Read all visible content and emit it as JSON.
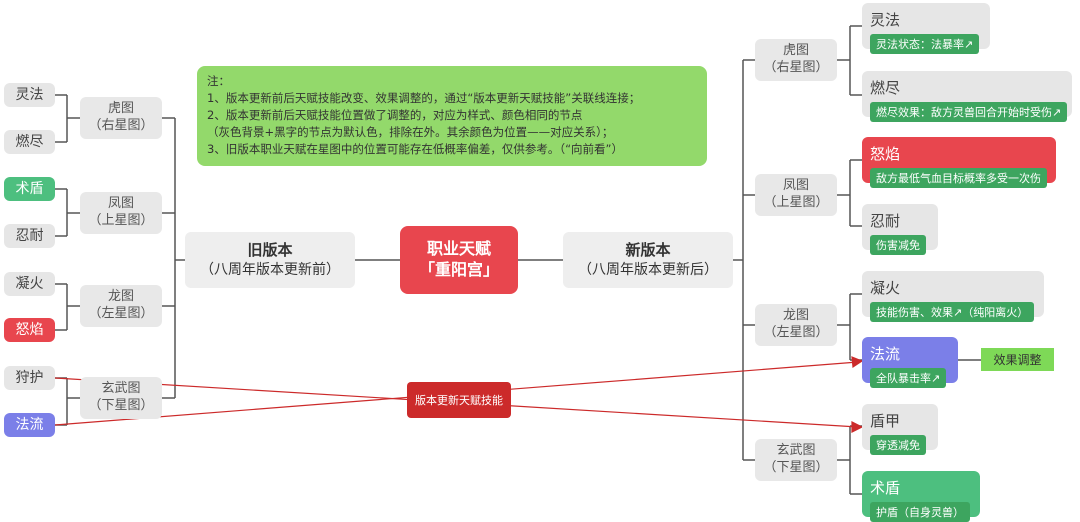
{
  "root": {
    "line1": "职业天赋",
    "line2": "「重阳宫」"
  },
  "old_version": {
    "title": "旧版本",
    "subtitle": "（八周年版本更新前）"
  },
  "new_version": {
    "title": "新版本",
    "subtitle": "（八周年版本更新后）"
  },
  "note": {
    "lines": [
      "注：",
      "1、版本更新前后天赋技能改变、效果调整的，通过“版本更新天赋技能”关联线连接；",
      "2、版本更新前后天赋技能位置做了调整的，对应为样式、颜色相同的节点",
      "（灰色背景+黑字的节点为默认色，排除在外。其余颜色为位置——对应关系）；",
      "3、旧版本职业天赋在星图中的位置可能存在低概率偏差，仅供参考。（“向前看”）"
    ]
  },
  "left": {
    "charts": [
      {
        "name": "虎图",
        "pos": "（右星图）"
      },
      {
        "name": "凤图",
        "pos": "（上星图）"
      },
      {
        "name": "龙图",
        "pos": "（左星图）"
      },
      {
        "name": "玄武图",
        "pos": "（下星图）"
      }
    ],
    "leaves": [
      "灵法",
      "燃尽",
      "术盾",
      "忍耐",
      "凝火",
      "怒焰",
      "狩护",
      "法流"
    ]
  },
  "right": {
    "charts": [
      {
        "name": "虎图",
        "pos": "（右星图）"
      },
      {
        "name": "凤图",
        "pos": "（上星图）"
      },
      {
        "name": "龙图",
        "pos": "（左星图）"
      },
      {
        "name": "玄武图",
        "pos": "（下星图）"
      }
    ],
    "leaves": [
      {
        "title": "灵法",
        "tag": "灵法状态：法暴率↗"
      },
      {
        "title": "燃尽",
        "tag": "燃尽效果：敌方灵兽回合开始时受伤↗"
      },
      {
        "title": "怒焰",
        "tag": "敌方最低气血目标概率多受一次伤"
      },
      {
        "title": "忍耐",
        "tag": "伤害减免"
      },
      {
        "title": "凝火",
        "tag": "技能伤害、效果↗（纯阳离火）"
      },
      {
        "title": "法流",
        "tag": "全队暴击率↗"
      },
      {
        "title": "盾甲",
        "tag": "穿透减免"
      },
      {
        "title": "术盾",
        "tag": "护盾（自身灵兽）"
      }
    ]
  },
  "link_label": "版本更新天赋技能",
  "effect_label": "效果调整",
  "colors": {
    "red": "#e8464e",
    "green": "#4dbf7f",
    "blue": "#7b7fe8",
    "note_green": "#93d96b",
    "link_red": "#cc2a2a"
  }
}
